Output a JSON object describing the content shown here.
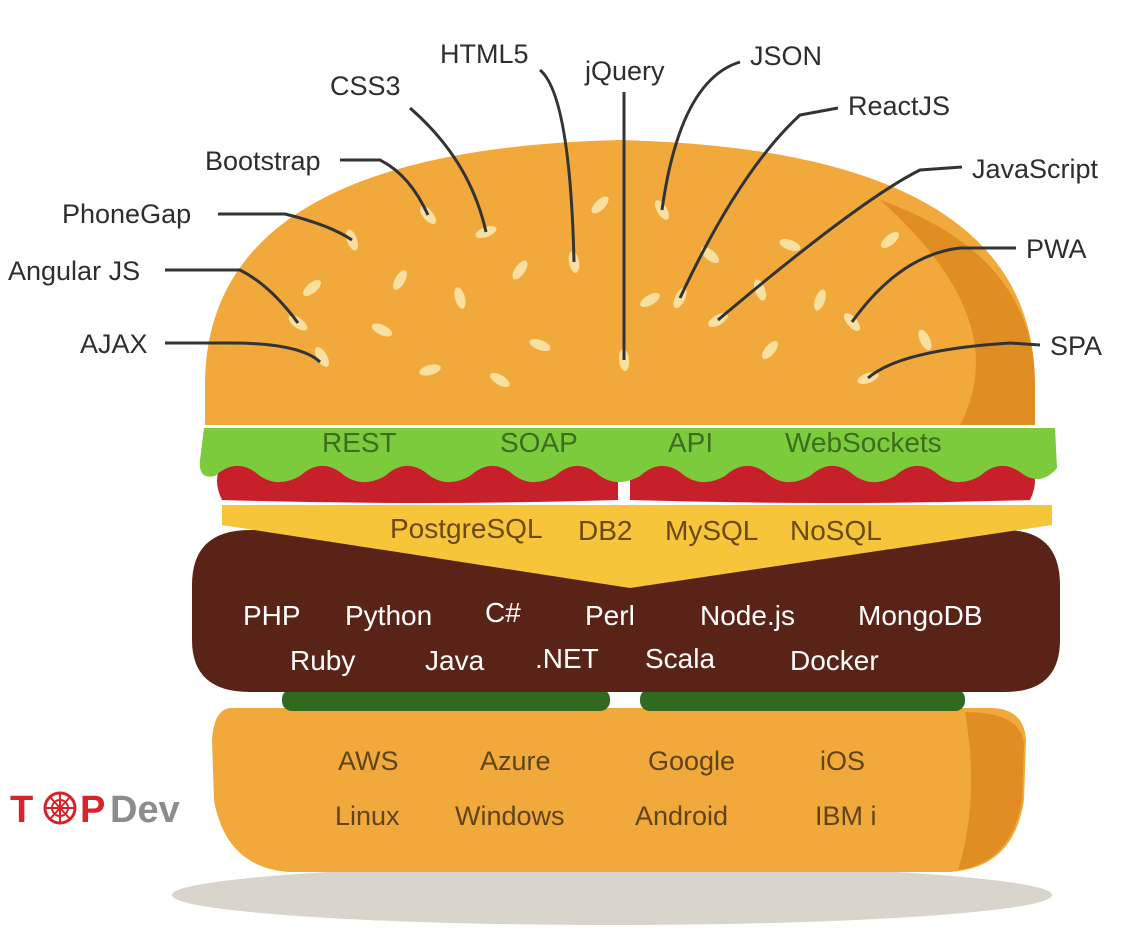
{
  "top_bun_labels": [
    "AJAX",
    "Angular JS",
    "PhoneGap",
    "Bootstrap",
    "CSS3",
    "HTML5",
    "jQuery",
    "JSON",
    "ReactJS",
    "JavaScript",
    "PWA",
    "SPA"
  ],
  "lettuce_labels": [
    "REST",
    "SOAP",
    "API",
    "WebSockets"
  ],
  "cheese_labels": [
    "PostgreSQL",
    "DB2",
    "MySQL",
    "NoSQL"
  ],
  "patty_labels_row1": [
    "PHP",
    "Python",
    "C#",
    "Perl",
    "Node.js",
    "MongoDB"
  ],
  "patty_labels_row2": [
    "Ruby",
    "Java",
    ".NET",
    "Scala",
    "Docker"
  ],
  "bottom_bun_labels_row1": [
    "AWS",
    "Azure",
    "Google",
    "iOS"
  ],
  "bottom_bun_labels_row2": [
    "Linux",
    "Windows",
    "Android",
    "IBM i"
  ],
  "logo": {
    "t": "T",
    "p": "P",
    "dev": "Dev"
  },
  "colors": {
    "bun": "#f2a93b",
    "bun_shade": "#e08e24",
    "seed": "#f9dfa0",
    "lettuce": "#7ccb3c",
    "tomato": "#c8202a",
    "cheese": "#f6c53a",
    "patty": "#5a2317",
    "pickle": "#2f6a1f",
    "shadow": "#d9d5cc",
    "logo_red": "#d8232a",
    "logo_gray": "#8c8c8c"
  }
}
